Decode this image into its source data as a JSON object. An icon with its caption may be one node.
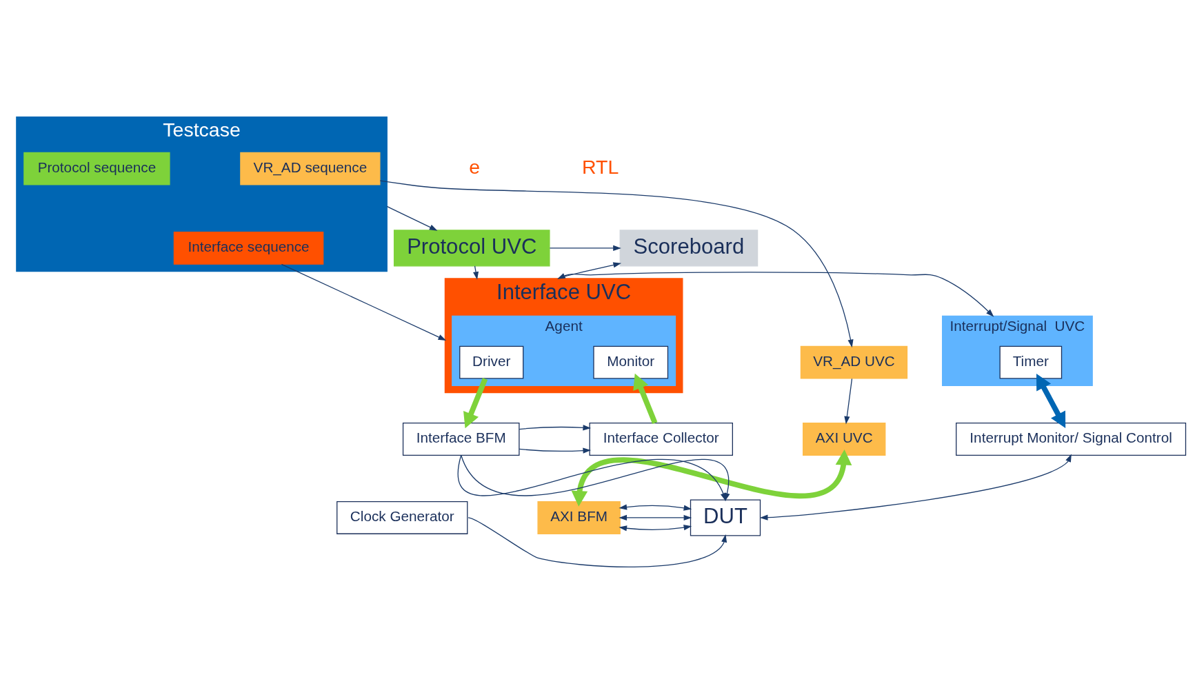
{
  "diagram": {
    "nodes": [
      {
        "text": [
          "Testcase"
        ]
      },
      {
        "text": [
          "VR_AD sequence"
        ],
        "in": 0
      },
      {
        "text": [
          "Interface sequence"
        ],
        "in": 0
      },
      {
        "text": [
          "Protocol sequence"
        ],
        "in": 0
      },
      {
        "text": [
          "Protocol UVC"
        ]
      },
      {
        "text": [
          "Scoreboard"
        ]
      },
      {
        "text": [
          "VR_AD UVC"
        ]
      },
      {
        "text": [
          "AXI UVC"
        ]
      },
      {
        "text": [
          "Interface UVC"
        ]
      },
      {
        "text": [
          "Agent"
        ],
        "in": 8
      },
      {
        "text": [
          "Driver"
        ],
        "in": 9
      },
      {
        "text": [
          "Monitor"
        ],
        "in": 9
      },
      {
        "text": [
          "Interrupt/Signal  UVC"
        ]
      },
      {
        "text": [
          "Timer"
        ],
        "in": 12
      },
      {
        "text": [
          "Interface BFM"
        ]
      },
      {
        "text": [
          "Interface Collector"
        ]
      },
      {
        "text": [
          "Interrupt Monitor/ Signal Control"
        ]
      },
      {
        "text": [
          "AXI BFM"
        ]
      },
      {
        "text": [
          "DUT"
        ]
      },
      {
        "text": [
          "Clock Generator"
        ]
      }
    ],
    "edges": [
      {
        "from": 0,
        "to": 4,
        "arrow": "to"
      },
      {
        "from": 4,
        "to": 5,
        "arrow": "to"
      },
      {
        "from": 1,
        "to": 6,
        "arrow": "to"
      },
      {
        "from": 6,
        "to": 7,
        "arrow": "to"
      },
      {
        "from": 2,
        "to": 8,
        "arrow": "to"
      },
      {
        "from": 4,
        "to": 8,
        "arrow": "to"
      },
      {
        "from": 8,
        "to": 5,
        "arrow": "to"
      },
      {
        "from": 8,
        "to": 12,
        "arrow": "both"
      },
      {
        "from": 7,
        "to": 17,
        "arrow": "both",
        "style": "thick",
        "color": "#7ed23a"
      },
      {
        "from": 10,
        "to": 14,
        "arrow": "to",
        "style": "thick",
        "color": "#7ed23a"
      },
      {
        "from": 15,
        "to": 11,
        "arrow": "to",
        "style": "thick",
        "color": "#7ed23a"
      },
      {
        "from": 13,
        "to": 16,
        "arrow": "both",
        "style": "thick",
        "color": "#0066b3"
      },
      {
        "from": 14,
        "to": 15,
        "arrow": "to"
      },
      {
        "from": 14,
        "to": 18,
        "arrow": "to"
      },
      {
        "from": 14,
        "to": 15,
        "arrow": "to"
      },
      {
        "from": 14,
        "to": 18,
        "arrow": "to"
      },
      {
        "from": 16,
        "to": 18,
        "arrow": "both"
      },
      {
        "from": 19,
        "to": 18,
        "arrow": "to"
      },
      {
        "from": 17,
        "to": 18,
        "arrow": "both"
      },
      {
        "from": 17,
        "to": 18,
        "arrow": "both"
      },
      {
        "from": 17,
        "to": 18,
        "arrow": "both"
      }
    ],
    "labels": [
      "e",
      "RTL"
    ]
  }
}
